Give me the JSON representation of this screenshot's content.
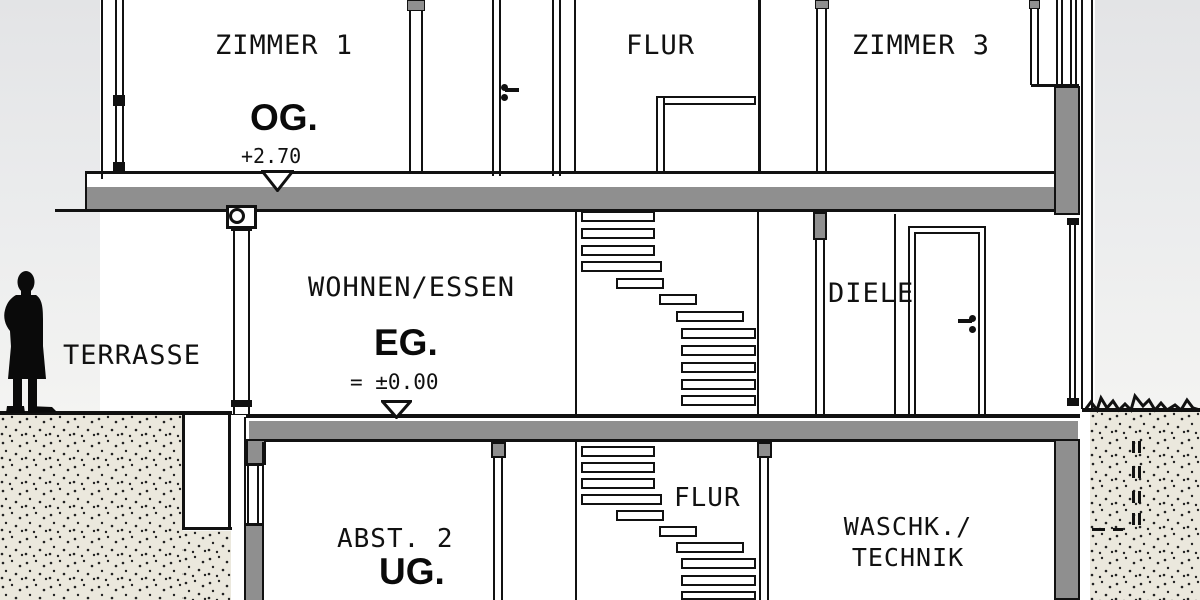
{
  "drawing": {
    "type": "building-section",
    "floors": [
      {
        "id": "og",
        "room_left": "ZIMMER 1",
        "floor_label": "OG.",
        "level": "+2.70",
        "hall": "FLUR",
        "room_right": "ZIMMER 3"
      },
      {
        "id": "eg",
        "outdoor": "TERRASSE",
        "room_left": "WOHNEN/ESSEN",
        "floor_label": "EG.",
        "level": "= ±0.00",
        "hall": "DIELE"
      },
      {
        "id": "ug",
        "room_left": "ABST. 2",
        "floor_label": "UG.",
        "hall": "FLUR",
        "room_right_line1": "WASCHK./",
        "room_right_line2": "TECHNIK"
      }
    ],
    "colors": {
      "wall": "#8f8f8f",
      "lines": "#111111",
      "ground": "#ebe8dd",
      "sky_top": "#e3e4e6"
    }
  }
}
